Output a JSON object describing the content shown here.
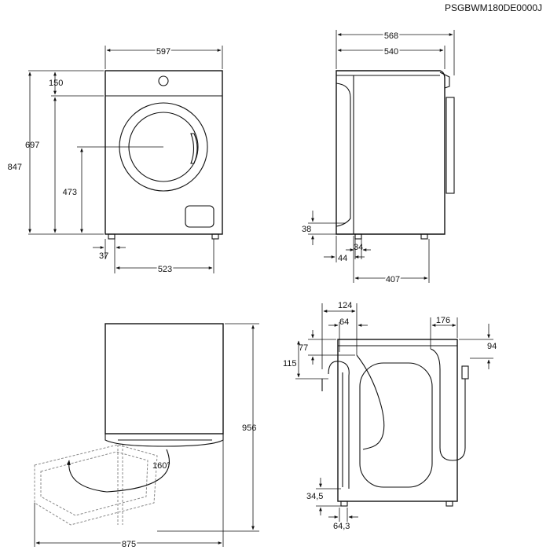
{
  "model_code": "PSGBWM180DE0000J",
  "front_view": {
    "width": "597",
    "top_panel": "150",
    "body_height": "697",
    "door_center_height": "473",
    "total_height": "847",
    "foot_offset": "37",
    "foot_span": "523"
  },
  "side_view": {
    "depth_total": "568",
    "depth_body": "540",
    "foot_height": "38",
    "foot_inset": "34",
    "front_offset": "44",
    "foot_distance": "407"
  },
  "door_view": {
    "door_swing_depth": "875",
    "height": "956",
    "angle": "160°"
  },
  "rear_view": {
    "inlet_left": "124",
    "inlet_width": "64",
    "inlet_top": "77",
    "hose_height": "115",
    "drain_right": "176",
    "drain_top": "94",
    "foot_bottom": "34,5",
    "foot_side": "64,3"
  }
}
